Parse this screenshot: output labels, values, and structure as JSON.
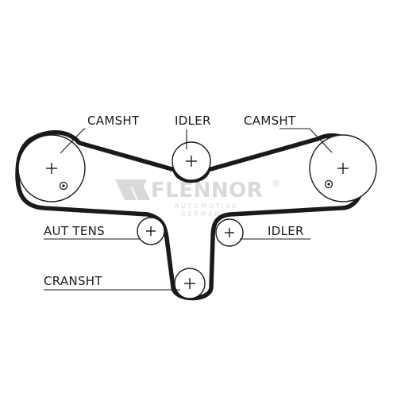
{
  "diagram": {
    "labels": {
      "camshaft_left": "CAMSHT",
      "idler_top": "IDLER",
      "camshaft_right": "CAMSHT",
      "auto_tensioner": "AUT TENS",
      "idler_lower": "IDLER",
      "crankshaft": "CRANSHT"
    }
  },
  "watermark": {
    "brand": "FLENNOR",
    "registered": "®",
    "subline_1": "AUTOMOTIVE",
    "subline_2": "GERMANY"
  },
  "colors": {
    "ink": "#1a1a1a",
    "watermark": "#d9d9d9",
    "background": "#ffffff"
  }
}
